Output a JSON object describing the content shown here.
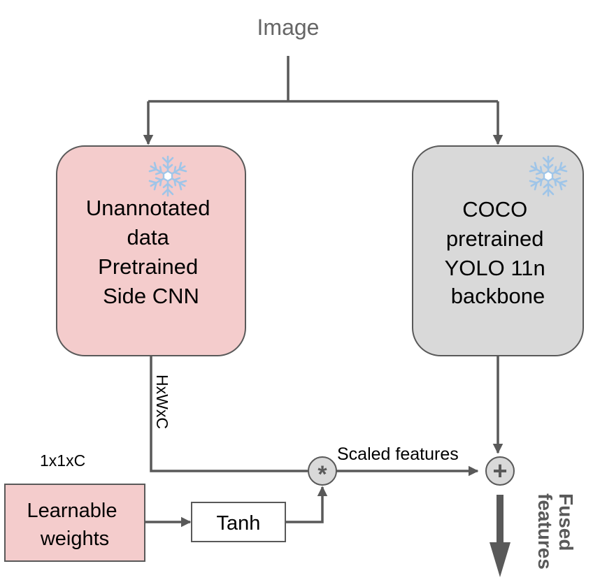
{
  "input": {
    "label": "Image"
  },
  "side_cnn": {
    "lines": [
      "Unannotated",
      "data",
      "Pretrained",
      "Side CNN"
    ],
    "fill": "#f4cccc"
  },
  "backbone": {
    "lines": [
      "COCO",
      "pretrained",
      "YOLO 11n",
      "backbone"
    ],
    "fill": "#d9d9d9"
  },
  "frozen_icon": "snowflake-icon",
  "edges": {
    "side_shape": "HxWxC",
    "weight_shape": "1x1xC",
    "scaled": "Scaled features",
    "output": [
      "Fused",
      "features"
    ]
  },
  "weights": {
    "lines": [
      "Learnable",
      "weights"
    ],
    "fill": "#f4cccc"
  },
  "tanh": {
    "label": "Tanh"
  },
  "ops": {
    "multiply": "*",
    "add": "+"
  },
  "colors": {
    "line": "#595959",
    "stroke": "#666666",
    "snow": "#9fc5e8",
    "text": "#000000",
    "muted": "#666666"
  }
}
